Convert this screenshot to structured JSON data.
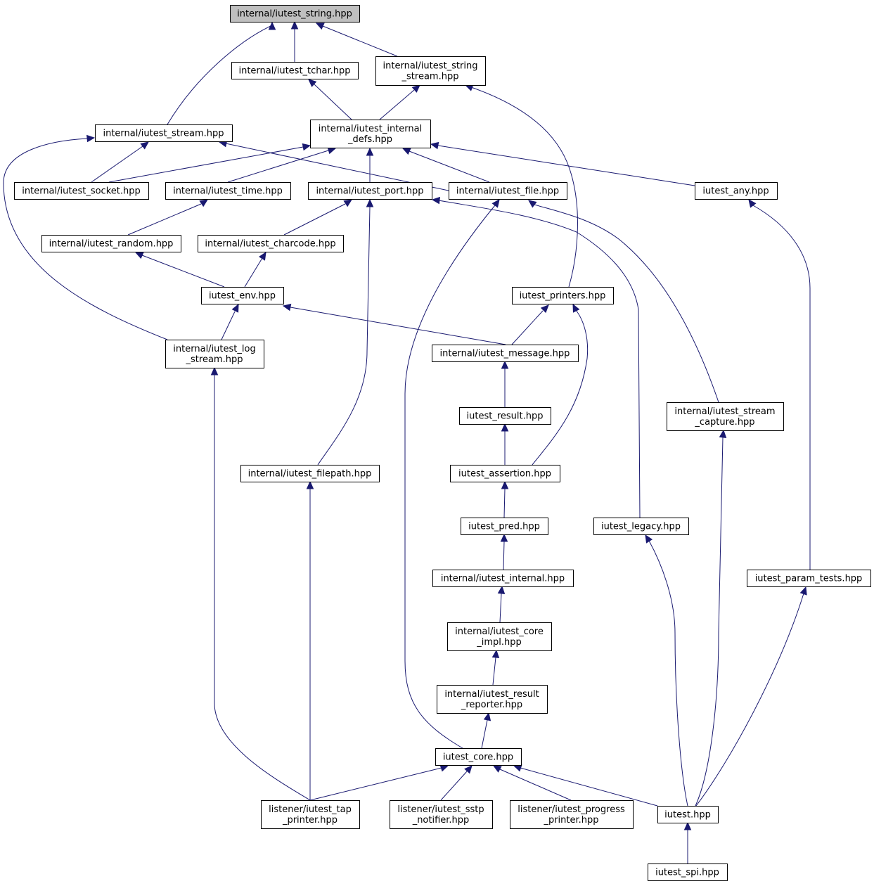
{
  "colors": {
    "edge": "#191970",
    "root_fill": "#bfbfbf",
    "node_fill": "#ffffff",
    "border": "#000000"
  },
  "nodes": {
    "string": [
      "internal/iutest_string.hpp"
    ],
    "tchar": [
      "internal/iutest_tchar.hpp"
    ],
    "stringstream": [
      "internal/iutest_string",
      "_stream.hpp"
    ],
    "stream": [
      "internal/iutest_stream.hpp"
    ],
    "internal_defs": [
      "internal/iutest_internal",
      "_defs.hpp"
    ],
    "socket": [
      "internal/iutest_socket.hpp"
    ],
    "time": [
      "internal/iutest_time.hpp"
    ],
    "port": [
      "internal/iutest_port.hpp"
    ],
    "file": [
      "internal/iutest_file.hpp"
    ],
    "any": [
      "iutest_any.hpp"
    ],
    "random": [
      "internal/iutest_random.hpp"
    ],
    "charcode": [
      "internal/iutest_charcode.hpp"
    ],
    "env": [
      "iutest_env.hpp"
    ],
    "printers": [
      "iutest_printers.hpp"
    ],
    "log_stream": [
      "internal/iutest_log",
      "_stream.hpp"
    ],
    "message": [
      "internal/iutest_message.hpp"
    ],
    "result": [
      "iutest_result.hpp"
    ],
    "stream_capture": [
      "internal/iutest_stream",
      "_capture.hpp"
    ],
    "filepath": [
      "internal/iutest_filepath.hpp"
    ],
    "assertion": [
      "iutest_assertion.hpp"
    ],
    "pred": [
      "iutest_pred.hpp"
    ],
    "legacy": [
      "iutest_legacy.hpp"
    ],
    "internal": [
      "internal/iutest_internal.hpp"
    ],
    "param_tests": [
      "iutest_param_tests.hpp"
    ],
    "core_impl": [
      "internal/iutest_core",
      "_impl.hpp"
    ],
    "result_reporter": [
      "internal/iutest_result",
      "_reporter.hpp"
    ],
    "core": [
      "iutest_core.hpp"
    ],
    "tap": [
      "listener/iutest_tap",
      "_printer.hpp"
    ],
    "sstp": [
      "listener/iutest_sstp",
      "_notifier.hpp"
    ],
    "progress": [
      "listener/iutest_progress",
      "_printer.hpp"
    ],
    "iutest": [
      "iutest.hpp"
    ],
    "spi": [
      "iutest_spi.hpp"
    ]
  }
}
